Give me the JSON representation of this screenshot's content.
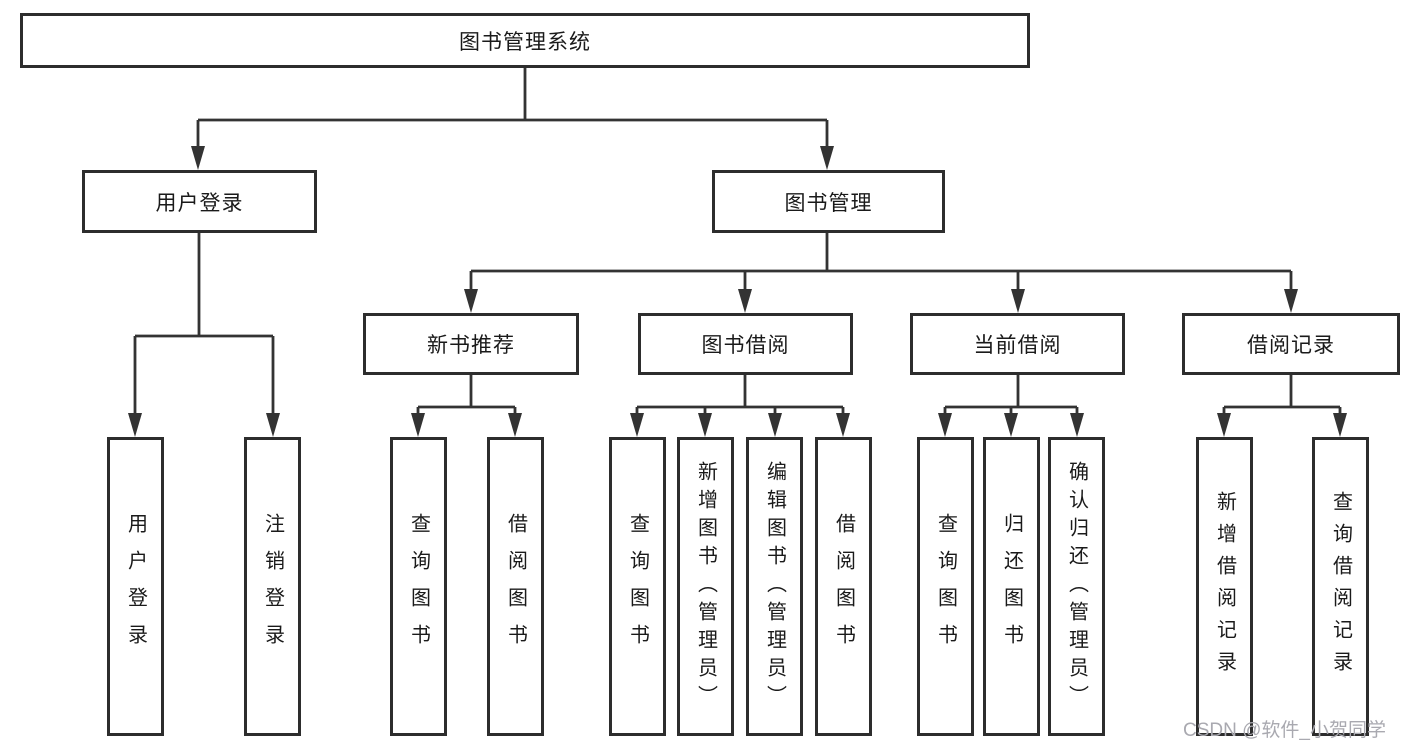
{
  "diagram_type": "hierarchy-tree",
  "tree": {
    "root": "图书管理系统",
    "children": [
      {
        "label": "用户登录",
        "children": [
          {
            "label": "用户登录"
          },
          {
            "label": "注销登录"
          }
        ]
      },
      {
        "label": "图书管理",
        "children": [
          {
            "label": "新书推荐",
            "children": [
              {
                "label": "查询图书"
              },
              {
                "label": "借阅图书"
              }
            ]
          },
          {
            "label": "图书借阅",
            "children": [
              {
                "label": "查询图书"
              },
              {
                "label": "新增图书（管理员）"
              },
              {
                "label": "编辑图书（管理员）"
              },
              {
                "label": "借阅图书"
              }
            ]
          },
          {
            "label": "当前借阅",
            "children": [
              {
                "label": "查询图书"
              },
              {
                "label": "归还图书"
              },
              {
                "label": "确认归还（管理员）"
              }
            ]
          },
          {
            "label": "借阅记录",
            "children": [
              {
                "label": "新增借阅记录"
              },
              {
                "label": "查询借阅记录"
              }
            ]
          }
        ]
      }
    ]
  },
  "watermark": {
    "text": "CSDN @软件_小贺同学"
  },
  "colors": {
    "line": "#333333",
    "box_border": "#2d2d2d",
    "text": "#1a1a1a",
    "watermark": "#a9a9b0",
    "background": "#ffffff"
  }
}
